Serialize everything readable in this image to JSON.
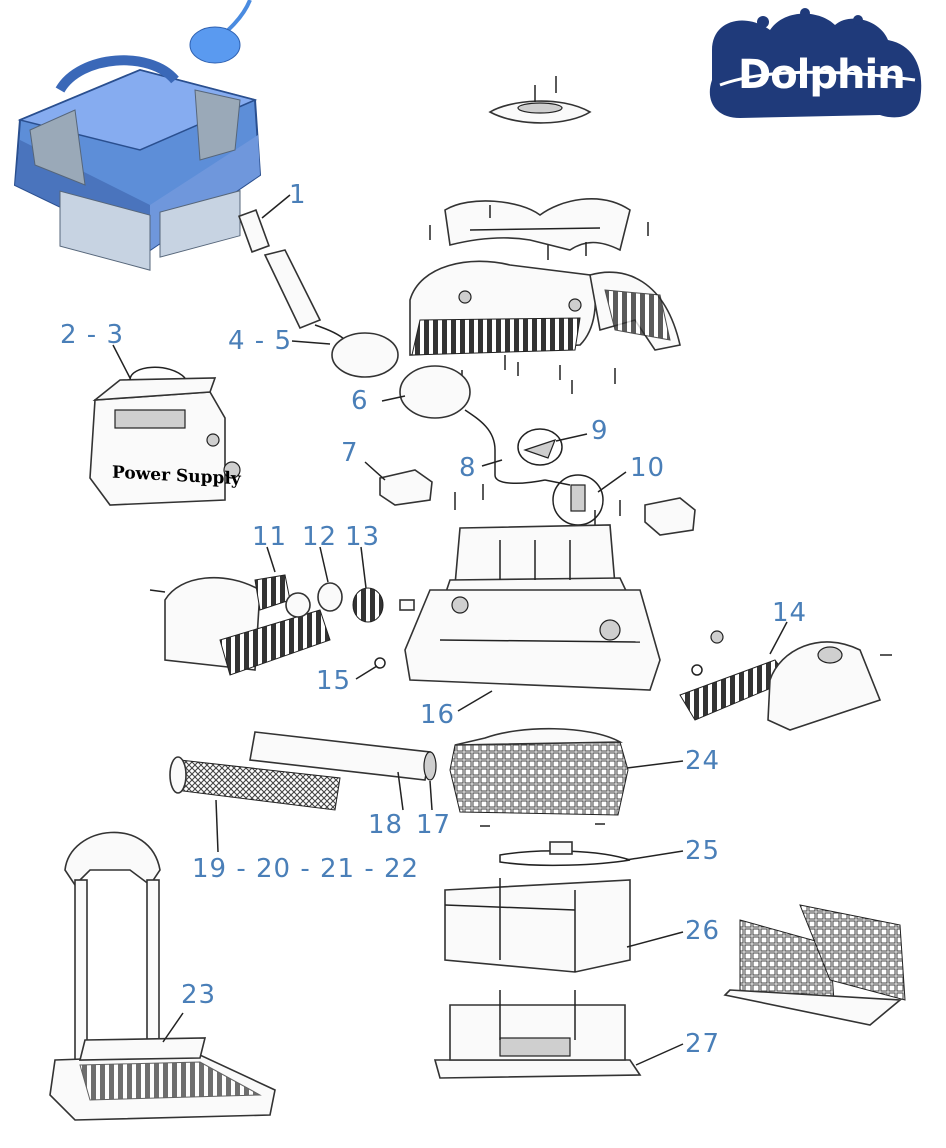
{
  "brand": {
    "name": "Dolphin",
    "color": "#1f3a7a"
  },
  "power_supply_label": "Power Supply",
  "label_color": "#4a7fb8",
  "callouts": [
    {
      "id": "1",
      "text": "1"
    },
    {
      "id": "2-3",
      "text": "2 - 3"
    },
    {
      "id": "4-5",
      "text": "4 - 5"
    },
    {
      "id": "6",
      "text": "6"
    },
    {
      "id": "7",
      "text": "7"
    },
    {
      "id": "8",
      "text": "8"
    },
    {
      "id": "9",
      "text": "9"
    },
    {
      "id": "10",
      "text": "10"
    },
    {
      "id": "11",
      "text": "11"
    },
    {
      "id": "12",
      "text": "12"
    },
    {
      "id": "13",
      "text": "13"
    },
    {
      "id": "14",
      "text": "14"
    },
    {
      "id": "15",
      "text": "15"
    },
    {
      "id": "16",
      "text": "16"
    },
    {
      "id": "17",
      "text": "17"
    },
    {
      "id": "18",
      "text": "18"
    },
    {
      "id": "19-22",
      "text": "19 - 20 - 21 - 22"
    },
    {
      "id": "23",
      "text": "23"
    },
    {
      "id": "24",
      "text": "24"
    },
    {
      "id": "25",
      "text": "25"
    },
    {
      "id": "26",
      "text": "26"
    },
    {
      "id": "27",
      "text": "27"
    }
  ]
}
